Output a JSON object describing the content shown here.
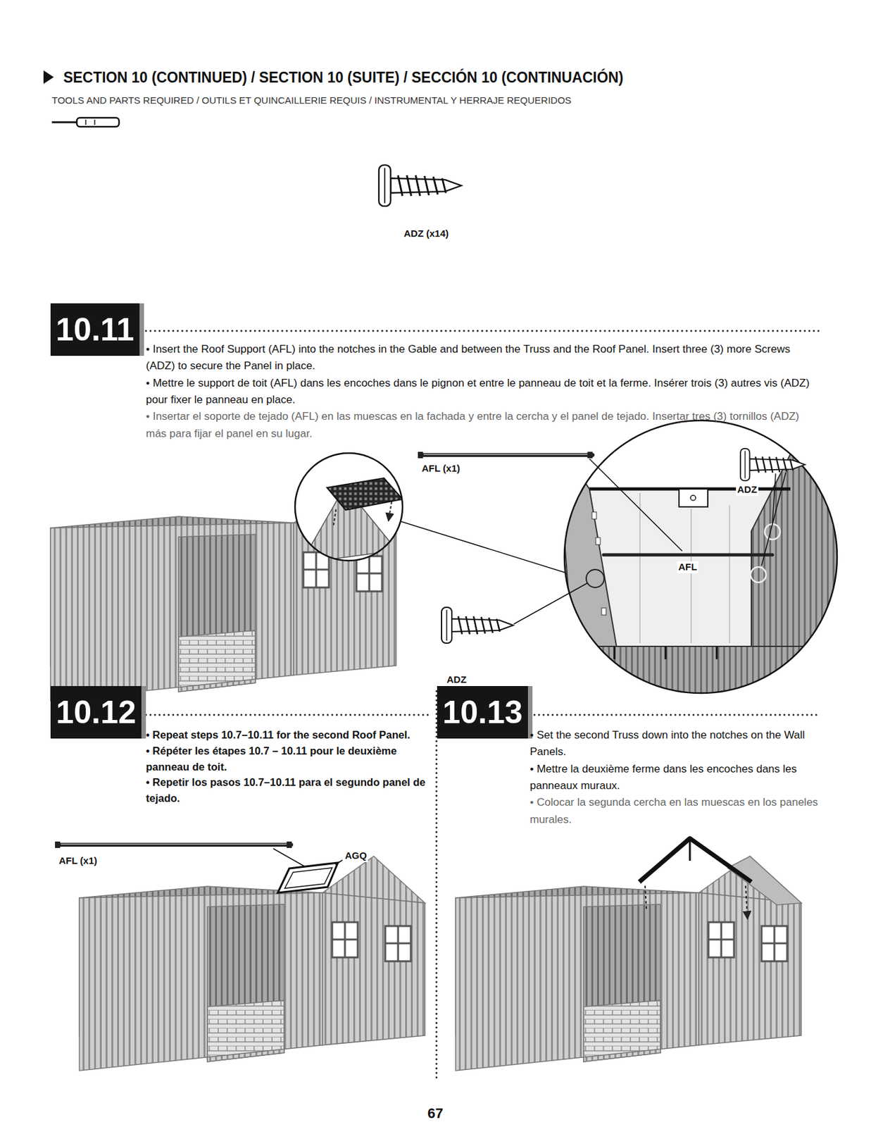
{
  "diagram": {
    "title": "SECTION 10 (CONTINUED) / SECTION 10 (SUITE) / SECCIÓN 10 (CONTINUACIÓN)",
    "nodes": [
      {
        "text": [
          "10.11"
        ]
      },
      {
        "text": [
          "10.12"
        ]
      },
      {
        "text": [
          "10.13"
        ]
      }
    ],
    "labels": [
      "TOOLS AND PARTS REQUIRED / OUTILS ET QUINCAILLERIE REQUIS / INSTRUMENTAL Y HERRAJE REQUERIDOS",
      "ADZ (x14)",
      "• Insert the Roof Support (AFL) into the notches in the Gable and between the Truss and the Roof Panel. Insert three (3) more Screws (ADZ) to secure the Panel in place.",
      "• Mettre le support de toit (AFL) dans les encoches dans le pignon et entre le panneau de toit et la ferme. Insérer trois (3) autres vis (ADZ) pour fixer le panneau en place.",
      "• Insertar el soporte de tejado (AFL) en las muescas en la fachada y entre la cercha y el panel de tejado. Insertar tres (3) tornillos (ADZ) más para fijar el panel en su lugar.",
      "AFL (x1)",
      "ADZ",
      "AFL",
      "ADZ",
      "• Repeat steps 10.7–10.11 for the second Roof Panel.",
      "• Répéter les étapes 10.7 – 10.11 pour le deuxième panneau de toit.",
      "• Repetir los pasos 10.7–10.11 para el segundo panel de tejado.",
      "• Set the second Truss down into the notches on the Wall Panels.",
      "• Mettre la deuxième ferme dans les encoches dans les panneaux muraux.",
      "• Colocar la segunda cercha en las muescas en los paneles murales.",
      "AFL (x1)",
      "AGQ",
      "67"
    ]
  }
}
